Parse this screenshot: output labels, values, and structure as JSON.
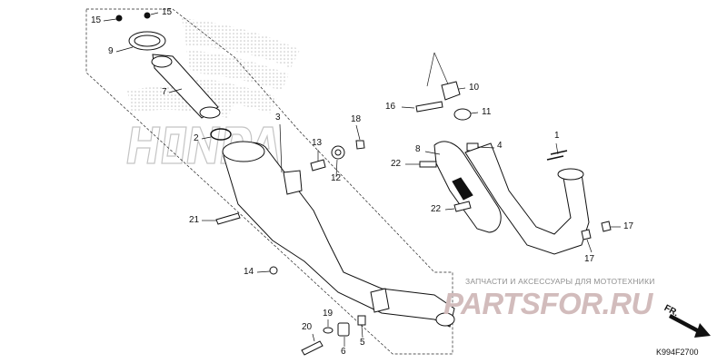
{
  "diagram": {
    "code": "K994F2700",
    "direction_marker": "FR.",
    "watermark": {
      "tagline": "ЗАПЧАСТИ И АКСЕССУАРЫ ДЛЯ МОТОТЕХНИКИ",
      "logo": "PARTSFOR.RU"
    },
    "background_brand": "HONDA",
    "callouts": [
      {
        "id": "c15a",
        "label": "15"
      },
      {
        "id": "c15b",
        "label": "15"
      },
      {
        "id": "c9",
        "label": "9"
      },
      {
        "id": "c7",
        "label": "7"
      },
      {
        "id": "c2",
        "label": "2"
      },
      {
        "id": "c3",
        "label": "3"
      },
      {
        "id": "c13",
        "label": "13"
      },
      {
        "id": "c18",
        "label": "18"
      },
      {
        "id": "c12",
        "label": "12"
      },
      {
        "id": "c21",
        "label": "21"
      },
      {
        "id": "c14",
        "label": "14"
      },
      {
        "id": "c19",
        "label": "19"
      },
      {
        "id": "c20",
        "label": "20"
      },
      {
        "id": "c6",
        "label": "6"
      },
      {
        "id": "c5",
        "label": "5"
      },
      {
        "id": "c10",
        "label": "10"
      },
      {
        "id": "c16",
        "label": "16"
      },
      {
        "id": "c11",
        "label": "11"
      },
      {
        "id": "c8",
        "label": "8"
      },
      {
        "id": "c4",
        "label": "4"
      },
      {
        "id": "c22a",
        "label": "22"
      },
      {
        "id": "c22b",
        "label": "22"
      },
      {
        "id": "c1",
        "label": "1"
      },
      {
        "id": "c17a",
        "label": "17"
      },
      {
        "id": "c17b",
        "label": "17"
      }
    ]
  }
}
